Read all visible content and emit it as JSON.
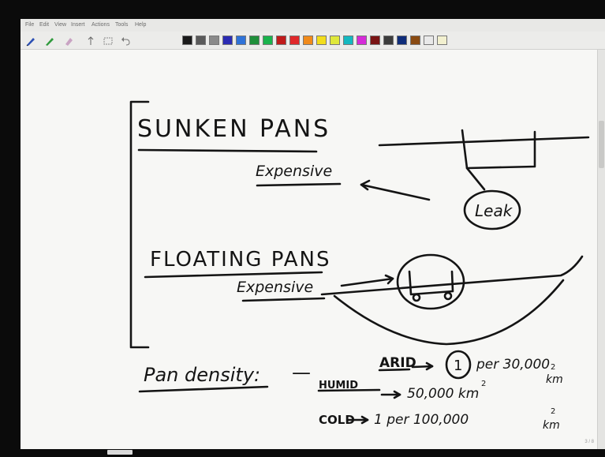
{
  "app": {
    "menu": [
      "File",
      "Edit",
      "View",
      "Insert",
      "Actions",
      "Tools",
      "Help"
    ],
    "page_indicator": "3 / 8"
  },
  "toolbar": {
    "tools": [
      "pen-tool",
      "highlighter-tool",
      "eraser-tool",
      "insert-space-tool",
      "lasso-tool",
      "undo-tool"
    ],
    "colors": [
      "#1a1a1a",
      "#5a5a5a",
      "#8a8a8a",
      "#2b2bb3",
      "#2f72d8",
      "#1f8f3a",
      "#19b34c",
      "#c01a1a",
      "#e0282a",
      "#f08a1a",
      "#f2dd1c",
      "#dfe83a",
      "#14b8c0",
      "#d52bd8",
      "#7a1414",
      "#3c3c3c",
      "#0f2d7a",
      "#8a4b12",
      "#e9e9e9",
      "#f2f0cf"
    ]
  },
  "note": {
    "title_sunken": "SUNKEN PANS",
    "sunken_expensive": "Expensive",
    "leak": "Leak",
    "title_floating": "FLOATING PANS",
    "floating_expensive": "Expensive",
    "pan_density": "Pan density:",
    "dash": "—",
    "arid_label": "ARID",
    "arid_count": "1",
    "arid_value": "per 30,000",
    "arid_unit": "km",
    "arid_exp": "2",
    "humid_label": "HUMID",
    "humid_value": "50,000 km",
    "humid_exp": "2",
    "cold_label": "COLD",
    "cold_value": "1 per 100,000",
    "cold_unit": "km",
    "cold_exp": "2"
  }
}
